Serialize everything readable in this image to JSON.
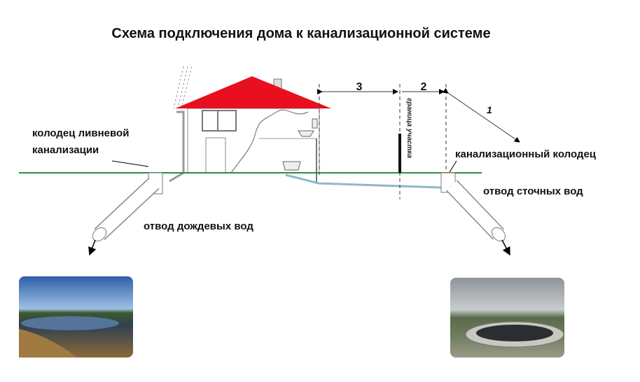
{
  "title": "Схема подключения дома к канализационной системе",
  "labels": {
    "storm_well_line1": "колодец ливневой",
    "storm_well_line2": "канализации",
    "rain_outlet": "отвод дождевых вод",
    "sewer_well": "канализационный колодец",
    "waste_outlet": "отвод сточных вод",
    "boundary": "граница участка"
  },
  "dimensions": {
    "d1": "1",
    "d2": "2",
    "d3": "3"
  },
  "colors": {
    "roof": "#e8101e",
    "ground": "#2e8b4a",
    "pipe": "#8fb8c8"
  }
}
